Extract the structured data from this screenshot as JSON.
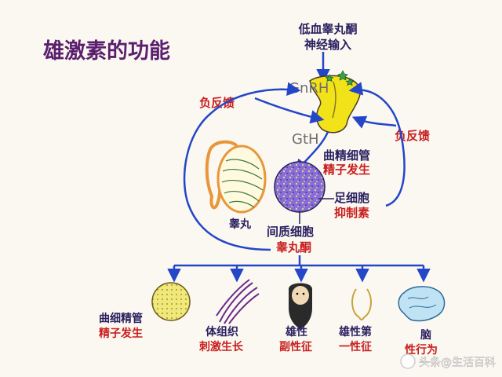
{
  "title": "雄激素的功能",
  "top_input": {
    "line1": "低血睾丸酮",
    "line2": "神经输入"
  },
  "gnrh": "GnRH",
  "gth": "GtH",
  "feedback_left": "负反馈",
  "feedback_right": "负反馈",
  "seminiferous": {
    "line1": "曲精细管",
    "line2": "精子发生"
  },
  "sertoli": {
    "line1": "足细胞",
    "line2": "抑制素"
  },
  "testis": "睾丸",
  "leydig": {
    "line1": "间质细胞",
    "line2": "睾丸酮"
  },
  "targets": [
    {
      "line1": "曲细精管",
      "line2": "精子发生"
    },
    {
      "line1": "体组织",
      "line2": "刺激生长"
    },
    {
      "line1": "雄性",
      "line2": "副性征"
    },
    {
      "line1": "雄性第",
      "line2": "一性征"
    },
    {
      "line1": "脑",
      "line2": "性行为"
    }
  ],
  "watermark": "头条@生活百科",
  "colors": {
    "title": "#5a1f6e",
    "dark_text": "#2a2060",
    "red_text": "#c81e1e",
    "arrow_blue": "#2446c8",
    "pituitary": "#f2e21a",
    "testis_orange": "#e8963a"
  }
}
